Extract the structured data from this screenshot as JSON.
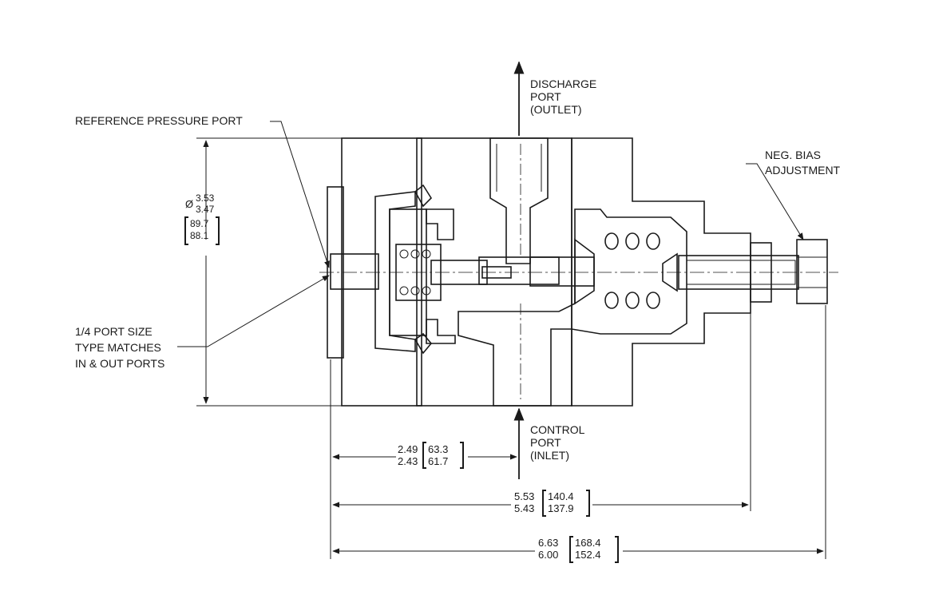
{
  "labels": {
    "discharge": [
      "DISCHARGE",
      "PORT",
      "(OUTLET)"
    ],
    "control": [
      "CONTROL",
      "PORT",
      "(INLET)"
    ],
    "reference": "REFERENCE PRESSURE PORT",
    "neg_bias": [
      "NEG. BIAS",
      "ADJUSTMENT"
    ],
    "port_size": [
      "1/4 PORT SIZE",
      "TYPE MATCHES",
      "IN & OUT PORTS"
    ]
  },
  "dimensions": {
    "diameter": {
      "symbol": "Ø",
      "max": "3.53",
      "min": "3.47",
      "mm_max": "89.7",
      "mm_min": "88.1"
    },
    "to_control": {
      "max": "2.49",
      "min": "2.43",
      "mm_max": "63.3",
      "mm_min": "61.7"
    },
    "body_length": {
      "max": "5.53",
      "min": "5.43",
      "mm_max": "140.4",
      "mm_min": "137.9"
    },
    "overall_length": {
      "max": "6.63",
      "min": "6.00",
      "mm_max": "168.4",
      "mm_min": "152.4"
    }
  },
  "colors": {
    "outlet_port": "#f2e600",
    "inlet_chamber": "#e8251f",
    "reference_chamber": "#0e9247",
    "spring": "#f2e600",
    "outline": "#1a1a1a"
  }
}
